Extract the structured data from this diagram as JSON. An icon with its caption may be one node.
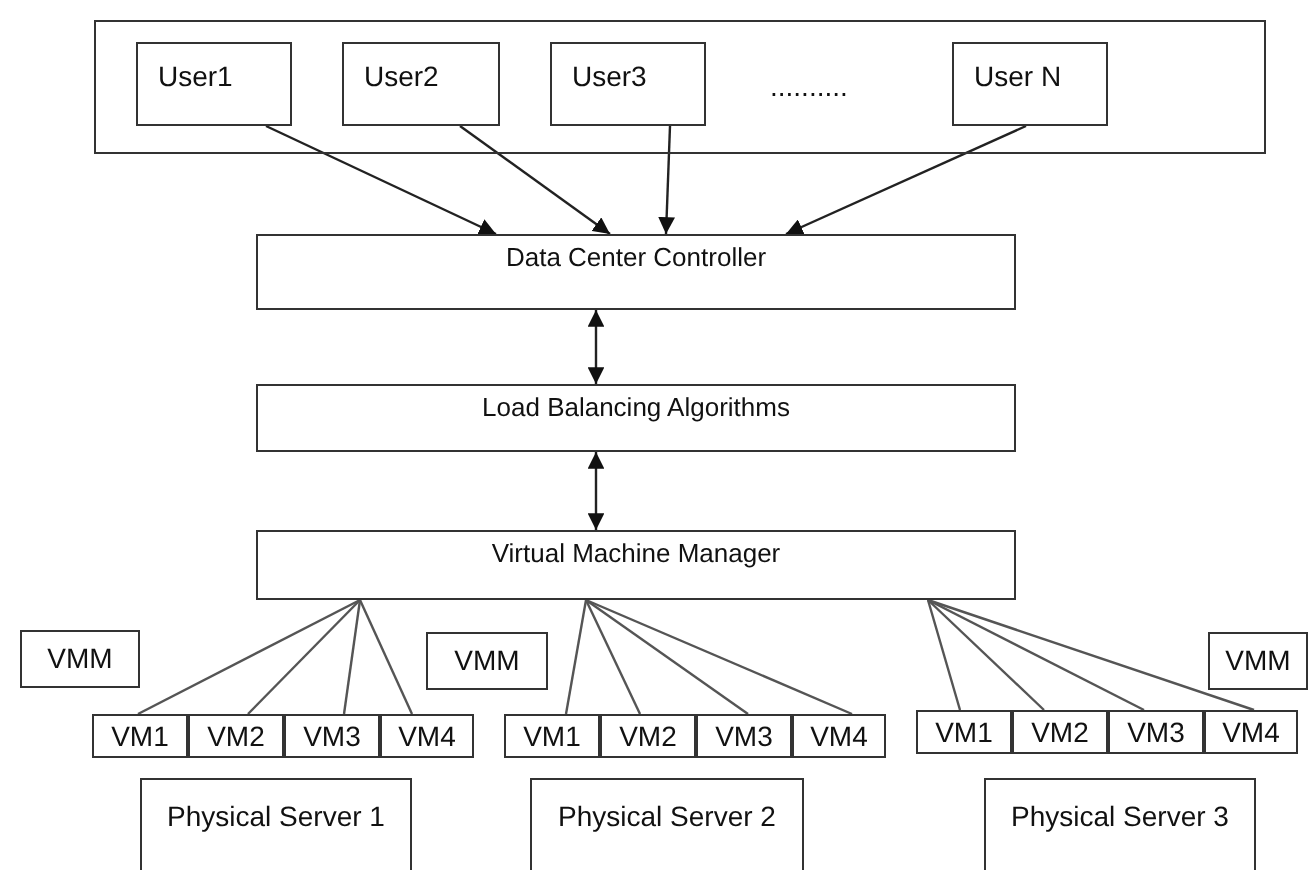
{
  "diagram": {
    "nodes": [
      {
        "text": [],
        "shape": "box"
      },
      {
        "text": [
          "User1"
        ],
        "in": 0
      },
      {
        "text": [
          "User2"
        ],
        "in": 0
      },
      {
        "text": [
          "User3"
        ],
        "in": 0
      },
      {
        "text": [
          "User N"
        ],
        "in": 0
      },
      {
        "text": [
          "Data Center Controller"
        ]
      },
      {
        "text": [
          "Load Balancing Algorithms"
        ]
      },
      {
        "text": [
          "Virtual Machine Manager"
        ]
      },
      {
        "text": [
          "VMM"
        ]
      },
      {
        "text": [
          "VMM"
        ]
      },
      {
        "text": [
          "VMM"
        ]
      },
      {
        "text": [
          "VM1"
        ]
      },
      {
        "text": [
          "VM2"
        ]
      },
      {
        "text": [
          "VM3"
        ]
      },
      {
        "text": [
          "VM4"
        ]
      },
      {
        "text": [
          "VM1"
        ]
      },
      {
        "text": [
          "VM2"
        ]
      },
      {
        "text": [
          "VM3"
        ]
      },
      {
        "text": [
          "VM4"
        ]
      },
      {
        "text": [
          "VM1"
        ]
      },
      {
        "text": [
          "VM2"
        ]
      },
      {
        "text": [
          "VM3"
        ]
      },
      {
        "text": [
          "VM4"
        ]
      },
      {
        "text": [
          "Physical Server 1"
        ]
      },
      {
        "text": [
          "Physical Server 2"
        ]
      },
      {
        "text": [
          "Physical Server 3"
        ]
      }
    ],
    "edges": [
      {
        "from": 1,
        "to": 5,
        "arrow": "to"
      },
      {
        "from": 2,
        "to": 5,
        "arrow": "to"
      },
      {
        "from": 3,
        "to": 5,
        "arrow": "to"
      },
      {
        "from": 4,
        "to": 5,
        "arrow": "to"
      },
      {
        "from": 5,
        "to": 6,
        "arrow": "both"
      },
      {
        "from": 6,
        "to": 7,
        "arrow": "both"
      },
      {
        "from": 7,
        "to": 11,
        "arrow": "none"
      },
      {
        "from": 7,
        "to": 12,
        "arrow": "none"
      },
      {
        "from": 7,
        "to": 13,
        "arrow": "none"
      },
      {
        "from": 7,
        "to": 14,
        "arrow": "none"
      },
      {
        "from": 7,
        "to": 15,
        "arrow": "none"
      },
      {
        "from": 7,
        "to": 16,
        "arrow": "none"
      },
      {
        "from": 7,
        "to": 17,
        "arrow": "none"
      },
      {
        "from": 7,
        "to": 18,
        "arrow": "none"
      },
      {
        "from": 7,
        "to": 19,
        "arrow": "none"
      },
      {
        "from": 7,
        "to": 20,
        "arrow": "none"
      },
      {
        "from": 7,
        "to": 21,
        "arrow": "none"
      },
      {
        "from": 7,
        "to": 22,
        "arrow": "none"
      }
    ],
    "labels": [
      ".........."
    ]
  }
}
